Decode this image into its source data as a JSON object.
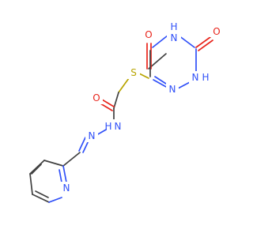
{
  "colors": {
    "carbon_bond": "#404040",
    "oxygen": "#e8241b",
    "nitrogen": "#3050f8",
    "sulfur": "#b8a400",
    "background": "#ffffff"
  },
  "atoms": {
    "o_top_left": "O",
    "o_top_right": "O",
    "nh_top": "N",
    "h_top": "H",
    "n_ring_left": "N",
    "n_ring_right": "N",
    "h_ring_right": "H",
    "s": "S",
    "o_amide": "O",
    "nh_hydrazide": "N",
    "h_hydrazide": "H",
    "n_imine": "N",
    "n_pyridine": "N"
  }
}
